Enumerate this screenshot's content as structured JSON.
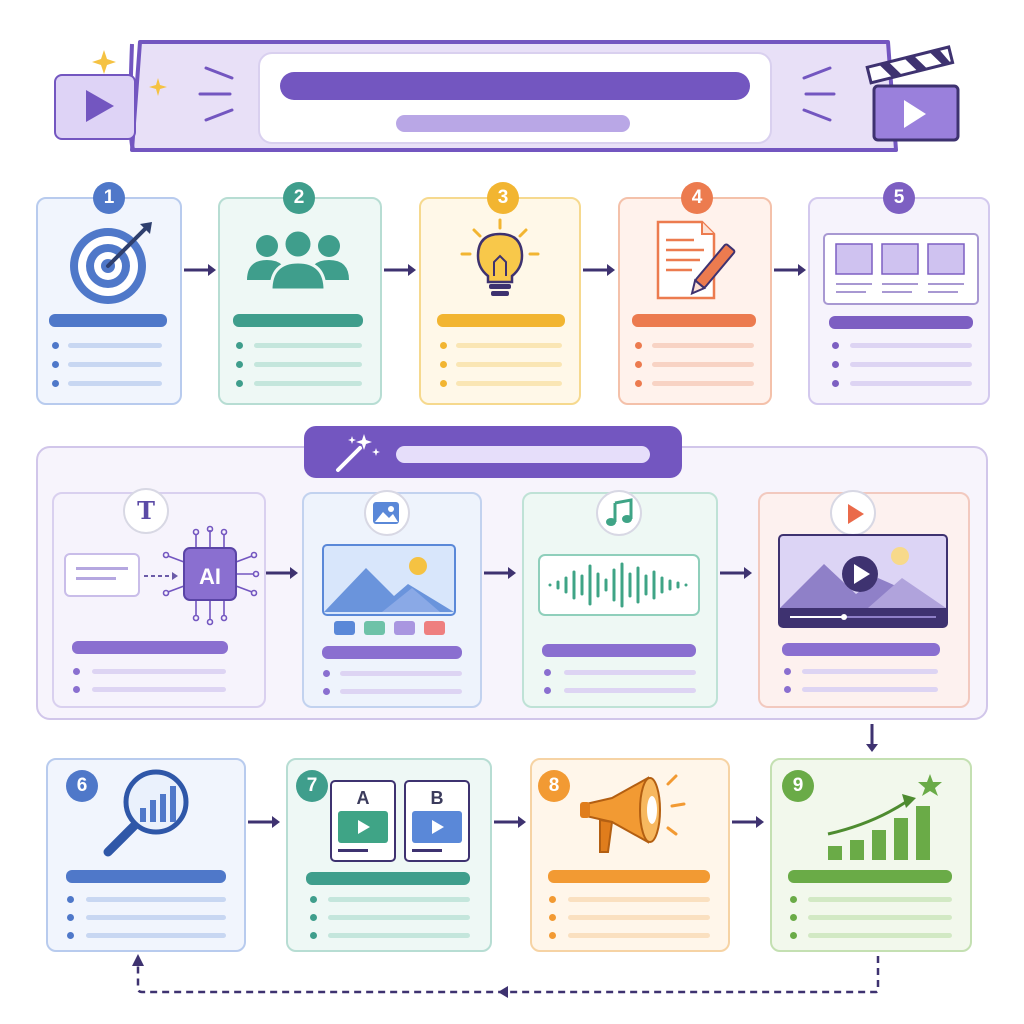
{
  "steps": [
    {
      "number": "1",
      "icon": "target-icon",
      "color": "#4f78c9"
    },
    {
      "number": "2",
      "icon": "audience-icon",
      "color": "#3f9e8c"
    },
    {
      "number": "3",
      "icon": "lightbulb-icon",
      "color": "#f2b531"
    },
    {
      "number": "4",
      "icon": "script-icon",
      "color": "#ec7b4f"
    },
    {
      "number": "5",
      "icon": "storyboard-icon",
      "color": "#7d5fc2"
    },
    {
      "number": "6",
      "icon": "analytics-search-icon",
      "color": "#4f78c9"
    },
    {
      "number": "7",
      "icon": "ab-test-icon",
      "color": "#3f9e8c"
    },
    {
      "number": "8",
      "icon": "megaphone-icon",
      "color": "#f29a33"
    },
    {
      "number": "9",
      "icon": "growth-chart-icon",
      "color": "#6aab47"
    }
  ],
  "ai_section": {
    "icon": "magic-wand-icon",
    "ai_chip_label": "AI",
    "ab_labels": [
      "A",
      "B"
    ],
    "stages": [
      {
        "icon": "text-icon",
        "glyph": "T"
      },
      {
        "icon": "image-icon"
      },
      {
        "icon": "music-icon"
      },
      {
        "icon": "video-play-icon"
      }
    ]
  },
  "header": {
    "icons": [
      "video-icon",
      "clapperboard-icon"
    ]
  },
  "colors": {
    "accent": "#7356c0",
    "accent_light": "#e6defa",
    "blue": "#4f78c9",
    "teal": "#3f9e8c",
    "yellow": "#f2b531",
    "orange": "#ec7b4f",
    "purple": "#7d5fc2",
    "green": "#6aab47"
  }
}
